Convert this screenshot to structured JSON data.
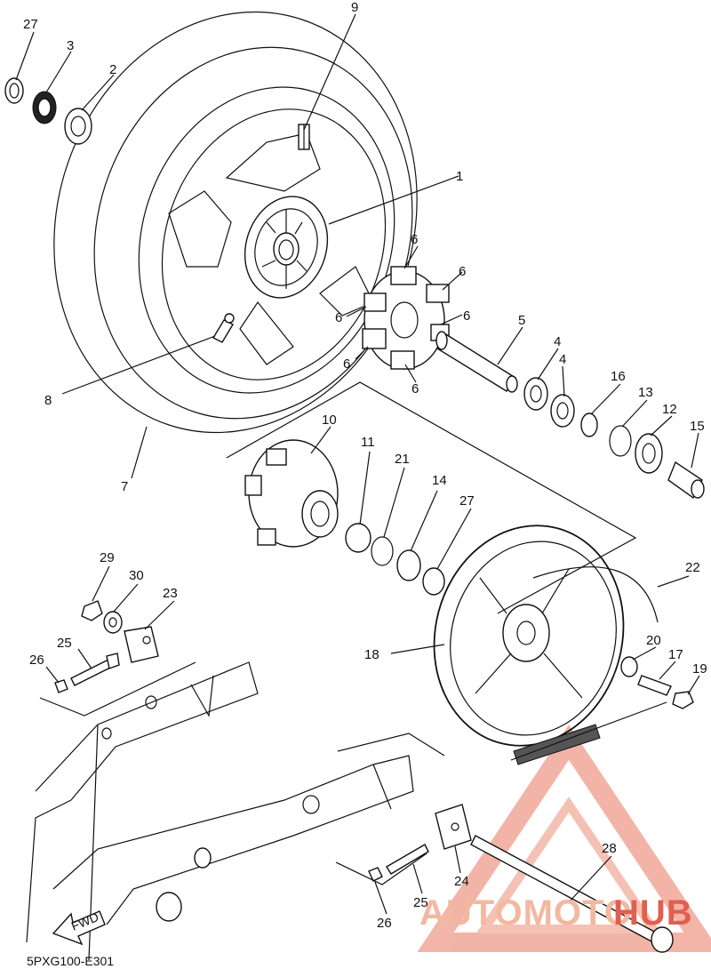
{
  "diagram_code": "5PXG100-E301",
  "fwd_label": "FWD",
  "watermark": {
    "part1": "AUTOMOTO",
    "part2": "HUB",
    "color1": "#f2b8a0",
    "color2": "#e06050"
  },
  "callouts": [
    "27",
    "3",
    "2",
    "9",
    "1",
    "6",
    "6",
    "6",
    "6",
    "6",
    "6",
    "5",
    "4",
    "4",
    "16",
    "13",
    "12",
    "15",
    "8",
    "7",
    "10",
    "11",
    "21",
    "14",
    "27",
    "22",
    "29",
    "30",
    "23",
    "25",
    "26",
    "18",
    "20",
    "17",
    "19",
    "28",
    "24",
    "25",
    "26"
  ]
}
